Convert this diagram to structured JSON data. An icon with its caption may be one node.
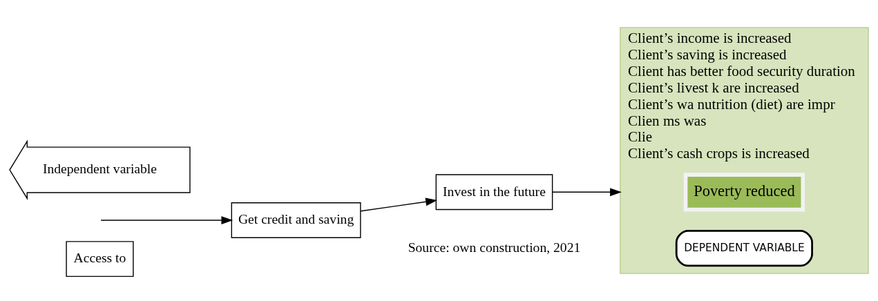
{
  "diagram": {
    "nodes": [
      {
        "text": [
          "Access to"
        ]
      },
      {
        "text": [
          "Get credit and saving"
        ]
      },
      {
        "text": [
          "Invest in the future"
        ]
      },
      {
        "text": [
          "Client’s income is increased",
          "Client’s saving is increased",
          "Client has better food security duration",
          "Client’s livest k are increased",
          "Client’s wa nutrition (diet) are impr",
          "Clien ms was",
          "Clie",
          "Client’s cash crops is increased"
        ]
      },
      {
        "text": [
          "Poverty reduced"
        ],
        "in": 3
      },
      {
        "text": [
          "DEPENDENT VARIABLE"
        ],
        "in": 3
      },
      {
        "text": [
          "Independent variable"
        ]
      }
    ],
    "edges": [
      {
        "from": null,
        "to": 1,
        "arrow": "to"
      },
      {
        "from": 1,
        "to": 2,
        "arrow": "to"
      },
      {
        "from": 2,
        "to": 3,
        "arrow": "to"
      }
    ],
    "labels": [
      "Source: own construction, 2021"
    ]
  }
}
